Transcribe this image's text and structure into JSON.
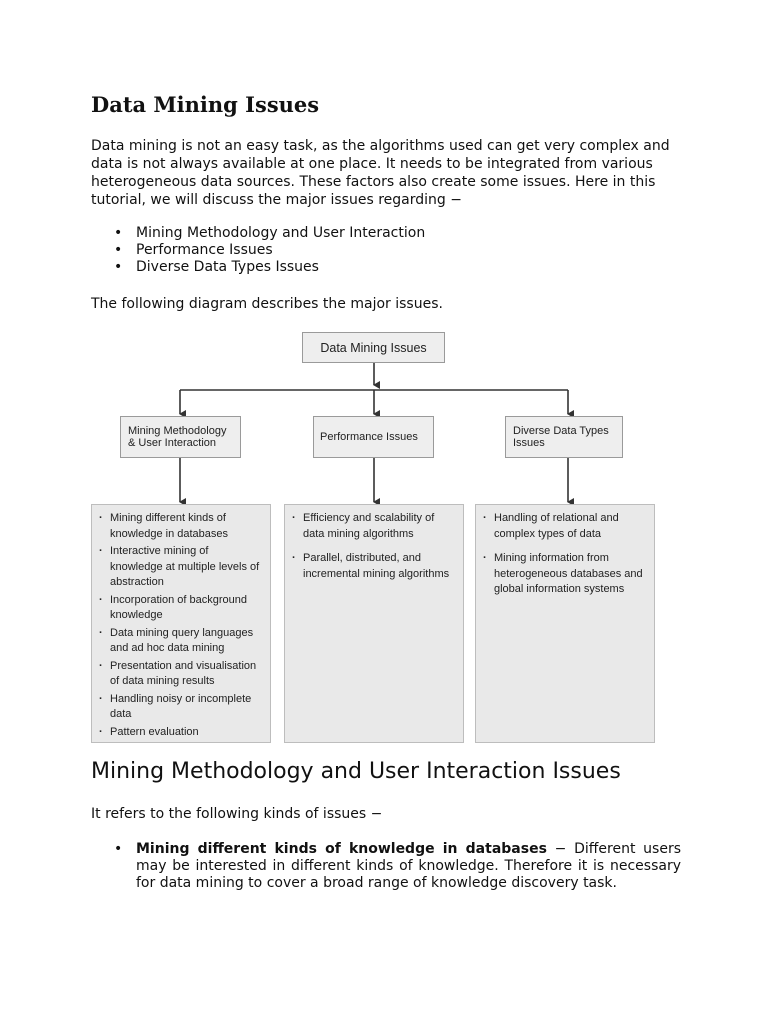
{
  "title": "Data Mining Issues",
  "intro": "Data mining is not an easy task, as the algorithms used can get very complex and data is not always available at one place. It needs to be integrated from various heterogeneous data sources. These factors also create some issues. Here in this tutorial, we will discuss the major issues regarding −",
  "bullets": [
    "Mining Methodology and User Interaction",
    "Performance Issues",
    "Diverse Data Types Issues"
  ],
  "diagram_intro": "The following diagram describes the major issues.",
  "diagram": {
    "root": "Data Mining Issues",
    "categories": [
      {
        "label_lines": [
          "Mining Methodology",
          "& User Interaction"
        ],
        "items": [
          "Mining different kinds of knowledge in databases",
          "Interactive mining of knowledge at multiple levels of abstraction",
          "Incorporation of background knowledge",
          "Data mining query languages and ad hoc data mining",
          "Presentation and visualisation of data mining results",
          "Handling noisy or incomplete data",
          "Pattern evaluation"
        ]
      },
      {
        "label_lines": [
          "Performance Issues"
        ],
        "items": [
          "Efficiency and scalability of data mining algorithms",
          "Parallel, distributed, and incremental mining algorithms"
        ]
      },
      {
        "label_lines": [
          "Diverse Data Types",
          "Issues"
        ],
        "items": [
          "Handling of relational and complex types of data",
          "Mining information from heterogeneous databases and global information systems"
        ]
      }
    ]
  },
  "section_heading": "Mining Methodology and User Interaction Issues",
  "refers": "It refers to the following kinds of issues −",
  "details": [
    {
      "term": "Mining different kinds of knowledge in databases",
      "text": " − Different users may be interested in different kinds of knowledge. Therefore it is necessary for data mining to cover a broad range of knowledge discovery task."
    }
  ]
}
